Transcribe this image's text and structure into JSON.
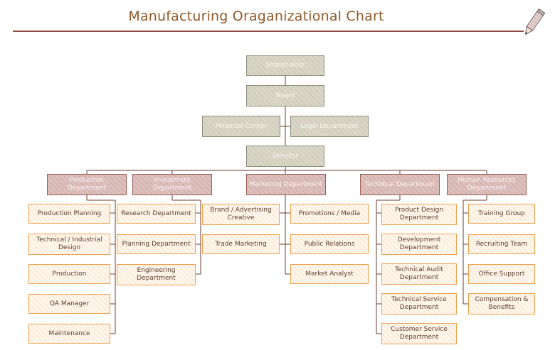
{
  "title": "Manufacturing Oraganizational Chart",
  "icon": "pencil-icon",
  "colors": {
    "title": "#8f5a2a",
    "rule": "#8f4a3c",
    "connector": "#6b3d30",
    "top_fill": "#d9d6c7",
    "department_fill": "#dcc0bc",
    "unit_border": "#f0a04c"
  },
  "nodes": {
    "shareholder": "Shareholder",
    "board": "Board",
    "financial_center": "Financial Center",
    "legal_department": "Legal Department",
    "director": "Director",
    "departments": [
      {
        "name": "Production Department",
        "units": [
          "Production Planning",
          "Technical / Industrial Design",
          "Production",
          "QA Manager",
          "Maintenance"
        ]
      },
      {
        "name": "Investment Department",
        "units": [
          "Research Department",
          "Planning Department",
          "Engineering Department"
        ]
      },
      {
        "name": "Marketing Department",
        "units": [
          "Brand / Advertising Creative",
          "Trade Marketing",
          "Promotions / Media",
          "Public Relations",
          "Market Analyst"
        ]
      },
      {
        "name": "Technical Department",
        "units": [
          "Product Design Department",
          "Development Department",
          "Technical Audit Department",
          "Technical Service Department",
          "Customer Service Department"
        ]
      },
      {
        "name": "Human Resources Department",
        "units": [
          "Training Group",
          "Recruiting Team",
          "Office Support",
          "Compensation & Benefits"
        ]
      }
    ]
  }
}
